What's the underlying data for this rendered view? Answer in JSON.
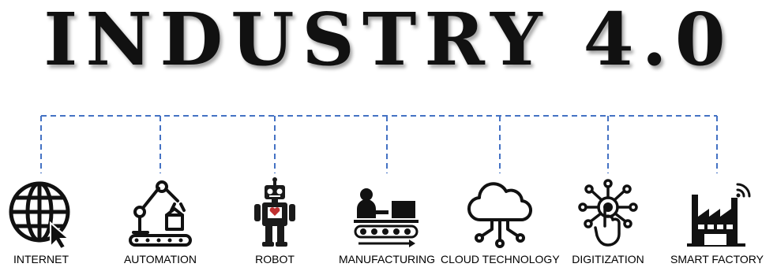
{
  "title": "INDUSTRY 4.0",
  "connector_color": "#4472c4",
  "items": [
    {
      "label": "INTERNET",
      "icon": "globe-cursor-icon"
    },
    {
      "label": "AUTOMATION",
      "icon": "robotic-arm-icon"
    },
    {
      "label": "ROBOT",
      "icon": "robot-icon"
    },
    {
      "label": "MANUFACTURING",
      "icon": "conveyor-worker-icon"
    },
    {
      "label": "CLOUD TECHNOLOGY",
      "icon": "cloud-network-icon"
    },
    {
      "label": "DIGITIZATION",
      "icon": "touch-network-icon"
    },
    {
      "label": "SMART FACTORY",
      "icon": "factory-wifi-icon"
    }
  ]
}
